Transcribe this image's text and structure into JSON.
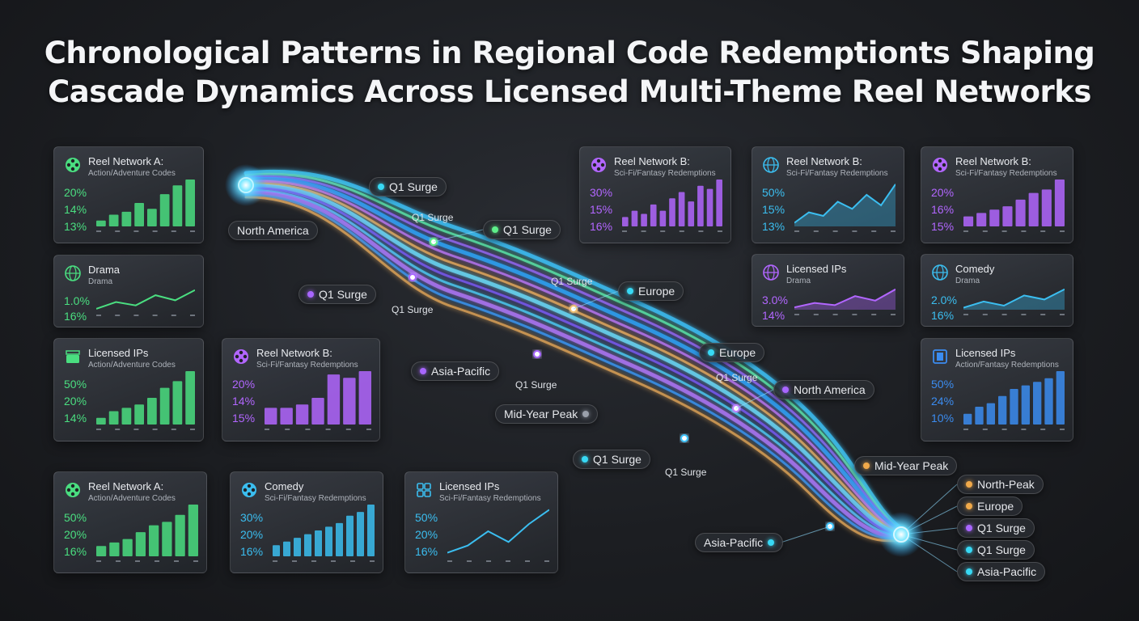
{
  "title_line1": "Chronological Patterns in Regional Code Redemptionts Shaping",
  "title_line2": "Cascade Dynamics Across Licensed Multi-Theme Reel Networks",
  "chart_data": [
    {
      "type": "bar",
      "title": "Reel Network A:",
      "subtitle": "Action/Adventure Codes",
      "labels": [
        "20%",
        "14%",
        "13%"
      ],
      "values": [
        2,
        4,
        5,
        8,
        6,
        11,
        14,
        16
      ],
      "color": "#4ade80"
    },
    {
      "type": "line",
      "title": "Drama",
      "subtitle": "Drama",
      "labels": [
        "1.0%",
        "16%"
      ],
      "values": [
        1,
        5,
        3,
        9,
        6,
        12
      ],
      "color": "#4ade80"
    },
    {
      "type": "bar",
      "title": "Licensed IPs",
      "subtitle": "Action/Adventure Codes",
      "labels": [
        "50%",
        "20%",
        "14%"
      ],
      "values": [
        2,
        4,
        5,
        6,
        8,
        11,
        13,
        16
      ],
      "color": "#4ade80"
    },
    {
      "type": "bar",
      "title": "Reel Network B:",
      "subtitle": "Sci-Fi/Fantasy Redemptions",
      "labels": [
        "20%",
        "14%",
        "15%"
      ],
      "values": [
        5,
        5,
        6,
        8,
        15,
        14,
        16
      ],
      "color": "#b266ff"
    },
    {
      "type": "bar",
      "title": "Reel Network A:",
      "subtitle": "Action/Adventure Codes",
      "labels": [
        "50%",
        "20%",
        "16%"
      ],
      "values": [
        3,
        4,
        5,
        7,
        9,
        10,
        12,
        15
      ],
      "color": "#4ade80"
    },
    {
      "type": "bar",
      "title": "Comedy",
      "subtitle": "Sci-Fi/Fantasy Redemptions",
      "labels": [
        "30%",
        "20%",
        "16%"
      ],
      "values": [
        3,
        4,
        5,
        6,
        7,
        8,
        9,
        11,
        12,
        14
      ],
      "color": "#3bbef0"
    },
    {
      "type": "line",
      "title": "Licensed IPs",
      "subtitle": "Sci-Fi/Fantasy Redemptions",
      "labels": [
        "50%",
        "20%",
        "16%"
      ],
      "values": [
        1,
        3,
        7,
        4,
        9,
        13
      ],
      "color": "#3bbef0"
    },
    {
      "type": "bar",
      "title": "Reel Network B:",
      "subtitle": "Sci-Fi/Fantasy Redemptions",
      "labels": [
        "30%",
        "15%",
        "16%"
      ],
      "values": [
        3,
        5,
        4,
        7,
        5,
        9,
        11,
        8,
        13,
        12,
        15
      ],
      "color": "#b266ff"
    },
    {
      "type": "area",
      "title": "Reel Network B:",
      "subtitle": "Sci-Fi/Fantasy Redemptions",
      "labels": [
        "50%",
        "15%",
        "13%"
      ],
      "values": [
        1,
        4,
        3,
        7,
        5,
        9,
        6,
        12
      ],
      "color": "#3bbef0"
    },
    {
      "type": "bar",
      "title": "Reel Network B:",
      "subtitle": "Sci-Fi/Fantasy Redemptions",
      "labels": [
        "20%",
        "16%",
        "15%"
      ],
      "values": [
        3,
        4,
        5,
        6,
        8,
        10,
        11,
        14
      ],
      "color": "#b266ff"
    },
    {
      "type": "area",
      "title": "Licensed IPs",
      "subtitle": "Drama",
      "labels": [
        "3.0%",
        "14%"
      ],
      "values": [
        1,
        3,
        2,
        6,
        4,
        9
      ],
      "color": "#b266ff"
    },
    {
      "type": "area",
      "title": "Comedy",
      "subtitle": "Drama",
      "labels": [
        "2.0%",
        "16%"
      ],
      "values": [
        1,
        4,
        2,
        7,
        5,
        10
      ],
      "color": "#3bbef0"
    },
    {
      "type": "bar",
      "title": "Licensed IPs",
      "subtitle": "Action/Fantasy Redemptions",
      "labels": [
        "50%",
        "24%",
        "10%"
      ],
      "values": [
        3,
        5,
        6,
        8,
        10,
        11,
        12,
        13,
        15
      ],
      "color": "#3b8cf0"
    }
  ],
  "pills": [
    {
      "text": "Q1 Surge",
      "dot": "#38d9f5"
    },
    {
      "text": "Q1 Surge",
      "dot": "#5ef08a"
    },
    {
      "text": "North America",
      "dot": ""
    },
    {
      "text": "Q1 Surge",
      "dot": "#a866ff"
    },
    {
      "text": "Europe",
      "dot": "#38d9f5"
    },
    {
      "text": "Asia-Pacific",
      "dot": "#a866ff"
    },
    {
      "text": "Mid-Year Peak",
      "dot": "#9aa0aa"
    },
    {
      "text": "Europe",
      "dot": "#38d9f5"
    },
    {
      "text": "North America",
      "dot": "#a866ff"
    },
    {
      "text": "Q1 Surge",
      "dot": "#38d9f5"
    },
    {
      "text": "Mid-Year Peak",
      "dot": "#f0a94a"
    },
    {
      "text": "North-Peak",
      "dot": "#f0a94a"
    },
    {
      "text": "Europe",
      "dot": "#f0a94a"
    },
    {
      "text": "Q1 Surge",
      "dot": "#a866ff"
    },
    {
      "text": "Q1 Surge",
      "dot": "#38d9f5"
    },
    {
      "text": "Asia-Pacific",
      "dot": "#38d9f5"
    },
    {
      "text": "Asia-Pacific",
      "dot": "#38d9f5"
    }
  ],
  "flow_labels": [
    "Q1 Surge",
    "Q1 Surge",
    "Q1 Surge",
    "Q1 Surge",
    "Q1 Surge",
    "Q1 Surge"
  ]
}
